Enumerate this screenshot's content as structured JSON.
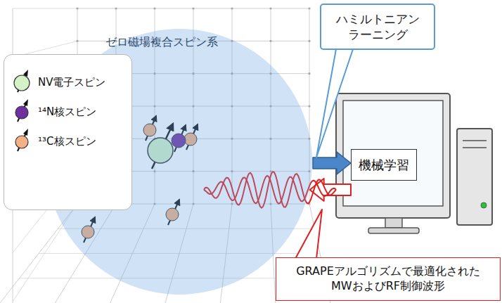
{
  "diagram": {
    "nodes": [
      {
        "text": [
          "ゼロ磁場複合スピン系"
        ]
      },
      {
        "text": [
          "ハミルトニアン ラーニング"
        ]
      },
      {
        "text": [
          "機械学習"
        ]
      },
      {
        "text": [
          "GRAPEアルゴリズムで最適化された MWおよびRF制御波形"
        ]
      }
    ],
    "edges": [
      {
        "from": 0,
        "to": 2,
        "arrow": "to"
      },
      {
        "from": 2,
        "to": 0,
        "arrow": "to"
      }
    ],
    "legend": [
      {
        "text": "NV電子スピン",
        "color": "#d3f2c6"
      },
      {
        "text": "¹⁴N核スピン",
        "color": "#7030a0"
      },
      {
        "text": "¹³C核スピン",
        "color": "#f4b183"
      }
    ]
  }
}
